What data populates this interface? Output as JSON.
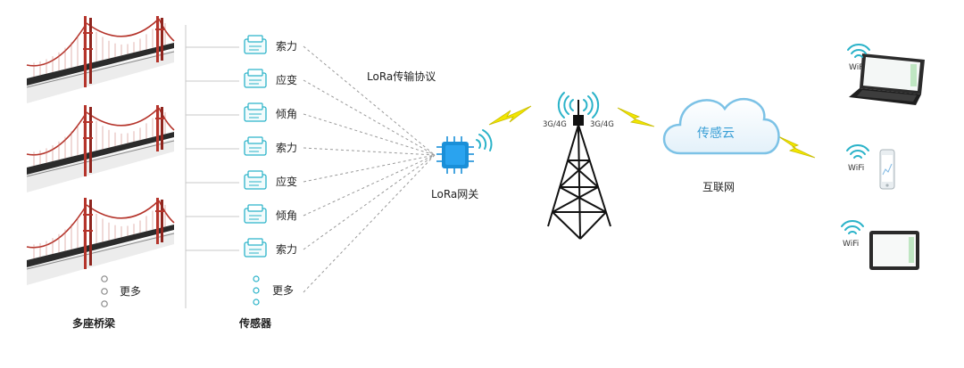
{
  "labels": {
    "bridges": "多座桥梁",
    "more_bridges": "更多",
    "sensors": "传感器",
    "more_sensors": "更多",
    "protocol": "LoRa传输协议",
    "gateway": "LoRa网关",
    "tower_left": "3G/4G",
    "tower_right": "3G/4G",
    "cloud": "传感云",
    "internet": "互联网",
    "wifi_laptop": "WiFi",
    "wifi_phone": "WiFi",
    "wifi_tablet": "WiFi"
  },
  "sensors": [
    "索力",
    "应变",
    "倾角",
    "索力",
    "应变",
    "倾角",
    "索力"
  ],
  "colors": {
    "wifi_blue": "#2bb3c9",
    "chip_blue": "#1a8fd8",
    "lightning": "#f2e600",
    "cloud_edge": "#7cc2e6",
    "cloud_text": "#3a9fd6",
    "dashed_line": "#9a9a9a",
    "bridge_red": "#b5342b"
  },
  "icons": [
    "bridge-icon",
    "sensor-device-icon",
    "chip-icon",
    "cell-tower-icon",
    "cloud-icon",
    "laptop-icon",
    "phone-icon",
    "tablet-icon",
    "wifi-icon",
    "lightning-icon"
  ]
}
